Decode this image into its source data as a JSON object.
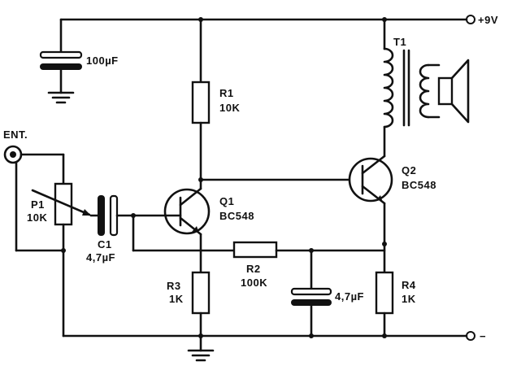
{
  "supply": {
    "positive_label": "+9V",
    "negative_label": "−"
  },
  "input": {
    "label": "ENT."
  },
  "components": {
    "c_supply": {
      "value": "100µF"
    },
    "r1": {
      "name": "R1",
      "value": "10K"
    },
    "t1": {
      "name": "T1"
    },
    "p1": {
      "name": "P1",
      "value": "10K"
    },
    "c1": {
      "name": "C1",
      "value": "4,7µF"
    },
    "q1": {
      "name": "Q1",
      "type": "BC548"
    },
    "q2": {
      "name": "Q2",
      "type": "BC548"
    },
    "r2": {
      "name": "R2",
      "value": "100K"
    },
    "r3": {
      "name": "R3",
      "value": "1K"
    },
    "c2": {
      "value": "4,7µF"
    },
    "r4": {
      "name": "R4",
      "value": "1K"
    }
  }
}
